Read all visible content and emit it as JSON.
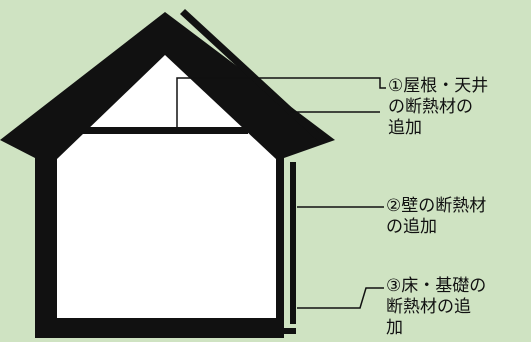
{
  "labels": {
    "roof_ceiling": {
      "lines": [
        "①屋根・天井",
        "の断熱材の",
        "追加"
      ]
    },
    "wall": {
      "lines": [
        "②壁の断熱材",
        "の追加"
      ]
    },
    "floor_foundation": {
      "lines": [
        "③床・基礎の",
        "断熱材の追",
        "加"
      ]
    }
  },
  "colors": {
    "background": "#cfe3c2",
    "house_outline": "#111111",
    "interior": "#ffffff",
    "insulation": "#111111",
    "leader_line": "#111111"
  }
}
